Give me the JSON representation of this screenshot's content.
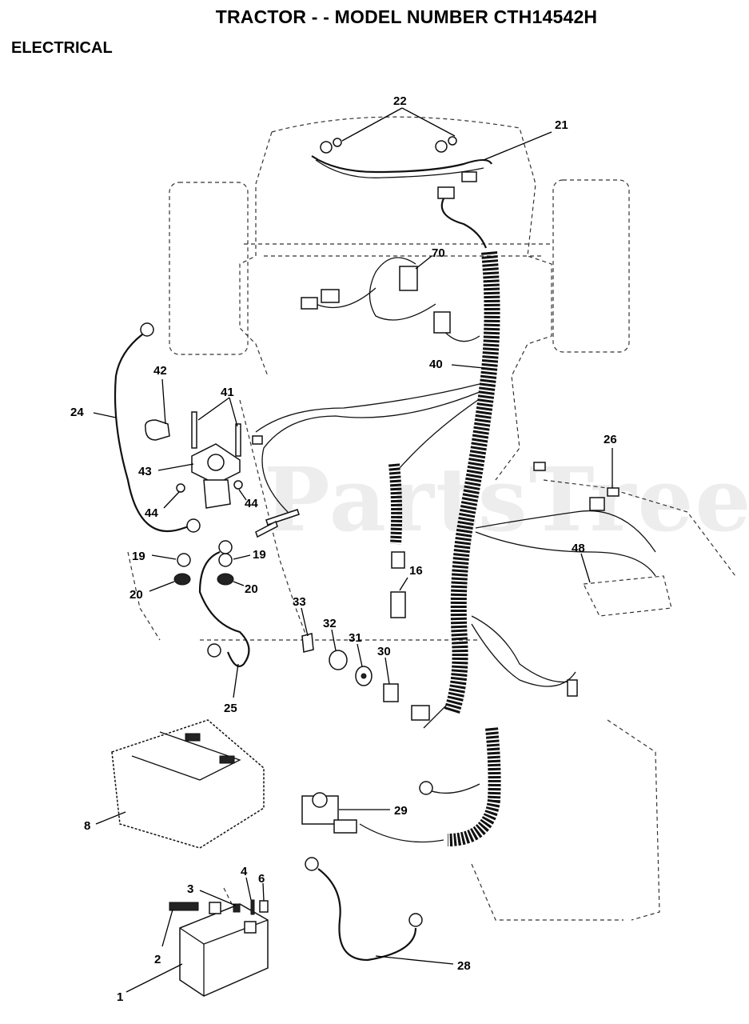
{
  "header": {
    "title": "TRACTOR - - MODEL NUMBER CTH14542H",
    "section": "ELECTRICAL"
  },
  "watermark": "PartsTree",
  "callouts": [
    {
      "id": "c22",
      "label": "22"
    },
    {
      "id": "c21",
      "label": "21"
    },
    {
      "id": "c70",
      "label": "70"
    },
    {
      "id": "c40",
      "label": "40"
    },
    {
      "id": "c42",
      "label": "42"
    },
    {
      "id": "c41",
      "label": "41"
    },
    {
      "id": "c24",
      "label": "24"
    },
    {
      "id": "c43",
      "label": "43"
    },
    {
      "id": "c44a",
      "label": "44"
    },
    {
      "id": "c44b",
      "label": "44"
    },
    {
      "id": "c19a",
      "label": "19"
    },
    {
      "id": "c19b",
      "label": "19"
    },
    {
      "id": "c20a",
      "label": "20"
    },
    {
      "id": "c20b",
      "label": "20"
    },
    {
      "id": "c26",
      "label": "26"
    },
    {
      "id": "c48",
      "label": "48"
    },
    {
      "id": "c16",
      "label": "16"
    },
    {
      "id": "c33",
      "label": "33"
    },
    {
      "id": "c32",
      "label": "32"
    },
    {
      "id": "c31",
      "label": "31"
    },
    {
      "id": "c30",
      "label": "30"
    },
    {
      "id": "c25",
      "label": "25"
    },
    {
      "id": "c8",
      "label": "8"
    },
    {
      "id": "c29",
      "label": "29"
    },
    {
      "id": "c4",
      "label": "4"
    },
    {
      "id": "c6",
      "label": "6"
    },
    {
      "id": "c3",
      "label": "3"
    },
    {
      "id": "c2",
      "label": "2"
    },
    {
      "id": "c28",
      "label": "28"
    },
    {
      "id": "c1",
      "label": "1"
    }
  ]
}
